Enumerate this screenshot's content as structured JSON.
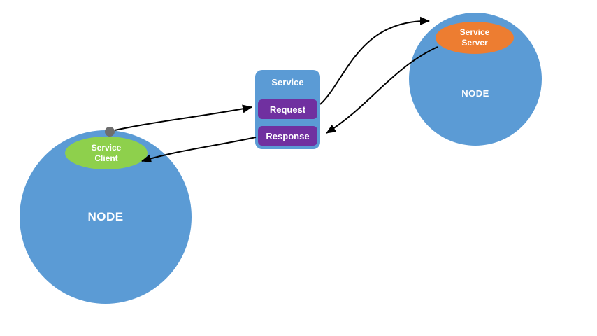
{
  "diagram": {
    "left_node": {
      "label": "NODE",
      "client_badge": {
        "line1": "Service",
        "line2": "Client"
      }
    },
    "right_node": {
      "label": "NODE",
      "server_badge": {
        "line1": "Service",
        "line2": "Server"
      }
    },
    "service_box": {
      "title": "Service",
      "request_label": "Request",
      "response_label": "Response"
    },
    "arrows": [
      {
        "name": "client-to-request",
        "from": "service-client-dot",
        "to": "request-pill"
      },
      {
        "name": "request-to-server",
        "from": "request-pill",
        "to": "service-server"
      },
      {
        "name": "server-to-response",
        "from": "service-server",
        "to": "response-pill"
      },
      {
        "name": "response-to-client",
        "from": "response-pill",
        "to": "service-client"
      }
    ],
    "colors": {
      "node_blue": "#5b9bd5",
      "client_green": "#8ed04c",
      "server_orange": "#ed7d31",
      "pill_purple": "#7030a0",
      "arrow_black": "#000000",
      "dot_gray": "#6e6e6e",
      "background": "#ffffff",
      "text_white": "#ffffff"
    }
  }
}
